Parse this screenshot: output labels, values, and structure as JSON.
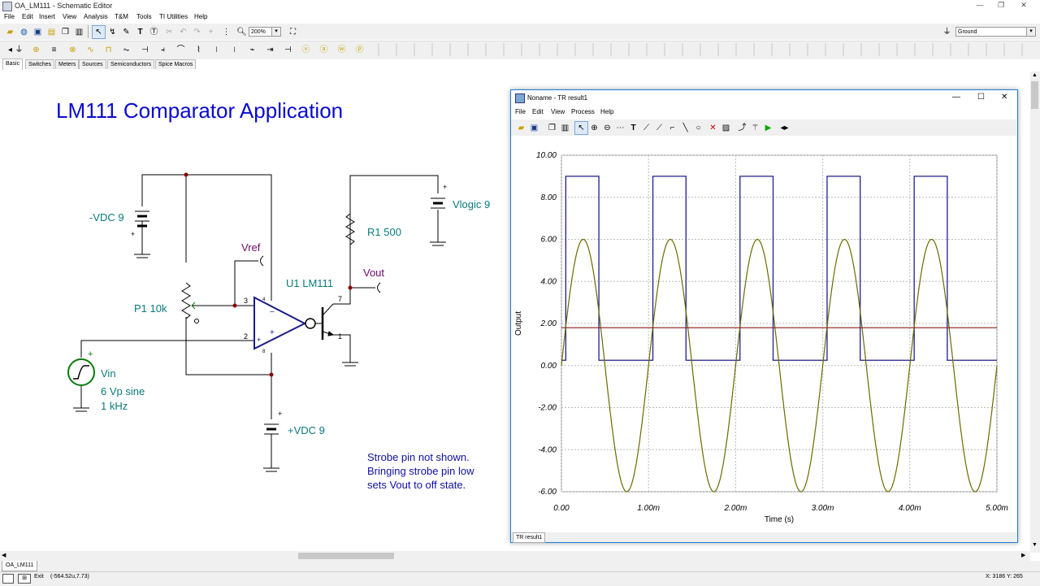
{
  "window": {
    "title": "OA_LM111 - Schematic Editor"
  },
  "menu": [
    "File",
    "Edit",
    "Insert",
    "View",
    "Analysis",
    "T&M",
    "Tools",
    "TI Utilities",
    "Help"
  ],
  "toolbar": {
    "zoom_value": "200%",
    "ground_value": "Ground"
  },
  "component_tabs": [
    "Basic",
    "Switches",
    "Meters",
    "Sources",
    "Semiconductors",
    "Spice Macros"
  ],
  "schematic": {
    "heading": "LM111 Comparator Application",
    "labels": {
      "vdc_neg": "-VDC 9",
      "vlogic": "Vlogic 9",
      "r1": "R1 500",
      "vref": "Vref",
      "vout": "Vout",
      "u1": "U1 LM111",
      "p1": "P1 10k",
      "vin": "Vin",
      "vin_amp": "6 Vp sine",
      "vin_freq": "1 kHz",
      "vdc_pos": "+VDC 9",
      "pin3": "3",
      "pin2": "2",
      "pin7": "7",
      "pin1": "1",
      "pin4": "4",
      "pin8": "8",
      "plus": "+",
      "minus": "−"
    },
    "note_lines": [
      "Strobe pin not shown.",
      "Bringing strobe pin low",
      "sets Vout to off state."
    ]
  },
  "graph_window": {
    "title": "Noname - TR result1",
    "menu": [
      "File",
      "Edit",
      "View",
      "Process",
      "Help"
    ],
    "tab": "TR result1"
  },
  "chart_data": {
    "type": "line",
    "xlabel": "Time (s)",
    "ylabel": "Output",
    "xlim": [
      0,
      5
    ],
    "ylim": [
      -6,
      10
    ],
    "x_ticks": [
      "0.00",
      "1.00m",
      "2.00m",
      "3.00m",
      "4.00m",
      "5.00m"
    ],
    "y_ticks": [
      "10.00",
      "8.00",
      "6.00",
      "4.00",
      "2.00",
      "0.00",
      "-2.00",
      "-4.00",
      "-6.00"
    ],
    "grid": true,
    "series": [
      {
        "description": "Vout square",
        "color": "#1f1f8f",
        "kind": "square",
        "high": 9.0,
        "low": 0.25,
        "transitions_ms": [
          0.05,
          0.43,
          1.05,
          1.43,
          2.05,
          2.43,
          3.05,
          3.43,
          4.05,
          4.43
        ]
      },
      {
        "description": "Vin sine",
        "color": "#6b6b00",
        "kind": "sine",
        "amplitude": 6.0,
        "frequency_khz": 1.0
      },
      {
        "description": "Vref level",
        "color": "#8b1a1a",
        "kind": "constant",
        "value": 1.8
      }
    ]
  },
  "status": {
    "doc_tab": "OA_LM111",
    "exit_label": "Exit",
    "cursor_readout": "(-564.52u,7.73)",
    "coords": "X: 3186 Y: 265"
  },
  "colors": {
    "schematic_text": "#0a7a7a",
    "heading": "#0a0ad0",
    "note": "#1010a0",
    "accent": "#1c7fd6"
  }
}
